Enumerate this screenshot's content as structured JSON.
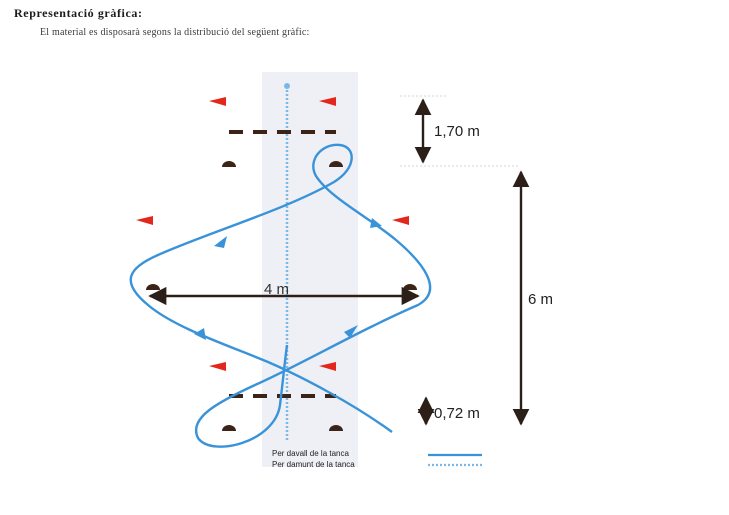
{
  "heading": "Representació gràfica:",
  "subheading": "El material es disposarà segons la distribució del següent gràfic:",
  "dimensions": {
    "top_gap": "1,70 m",
    "height": "6 m",
    "bottom_gap": "0,72 m",
    "width": "4 m"
  },
  "legend": {
    "over_fence": "Per davall de la tanca",
    "under_fence": "Per damunt de la tanca"
  },
  "colors": {
    "path": "#3a93d8",
    "center_line": "#7ab8e8",
    "flag": "#e3271b",
    "hurdle": "#3b2417",
    "dimension": "#2c1f17",
    "band": "#eef0f6"
  }
}
